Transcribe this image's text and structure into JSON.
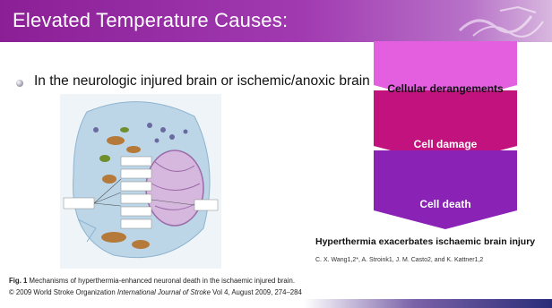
{
  "header": {
    "title": "Elevated Temperature Causes:"
  },
  "bullet": {
    "text": "In the neurologic injured brain or ischemic/anoxic brain"
  },
  "cascade": {
    "steps": [
      {
        "label": "Cellular derangements",
        "color": "#e35fe0"
      },
      {
        "label": "Cell damage",
        "color": "#c2127d"
      },
      {
        "label": "Cell death",
        "color": "#8a22b5"
      }
    ]
  },
  "paper": {
    "title": "Hyperthermia exacerbates ischaemic brain injury",
    "authors": "C. X. Wang1,2*, A. Stroink1, J. M. Casto2, and K. Kattner1,2"
  },
  "figure": {
    "caption_label": "Fig. 1",
    "caption_text": "Mechanisms of hyperthermia-enhanced neuronal death in the ischaemic injured brain.",
    "copyright": "© 2009 World Stroke Organization",
    "journal": "International Journal of Stroke",
    "volume": "Vol 4, August  2009, 274–284"
  }
}
